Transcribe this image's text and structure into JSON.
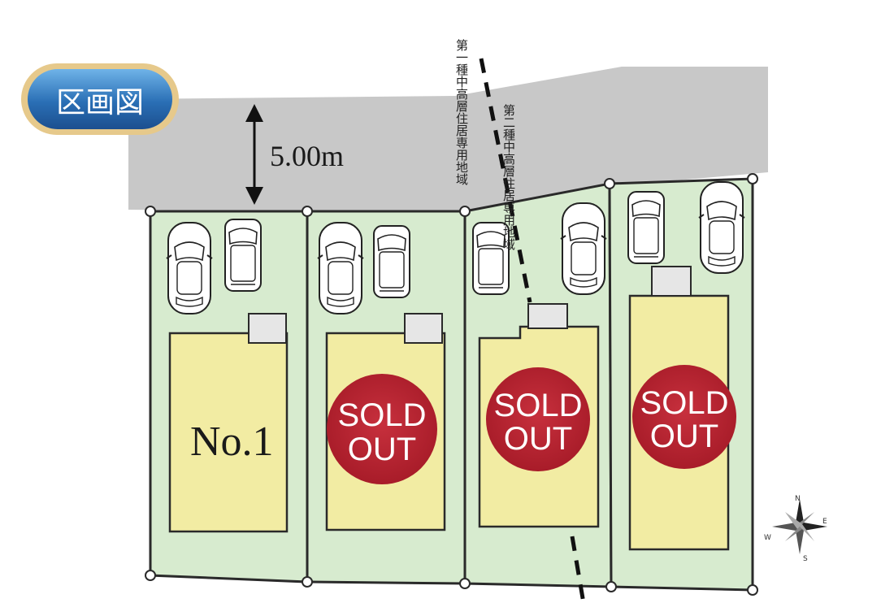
{
  "badge": {
    "label": "区画図"
  },
  "road": {
    "width_label": "5.00m"
  },
  "zoning": {
    "zone_1": "第一種中高層住居専用地域",
    "zone_2": "第二種中高層住居専用地域"
  },
  "lots": [
    {
      "label": "No.1",
      "status": ""
    },
    {
      "label": "",
      "status_line1": "SOLD",
      "status_line2": "OUT"
    },
    {
      "label": "",
      "status_line1": "SOLD",
      "status_line2": "OUT"
    },
    {
      "label": "",
      "status_line1": "SOLD",
      "status_line2": "OUT"
    }
  ],
  "compass": {
    "n": "N",
    "e": "E",
    "s": "S",
    "w": "W"
  },
  "colors": {
    "road": "#c8c8c8",
    "lot_fill": "#d7ebcf",
    "building": "#f2eca3",
    "sold_badge": "#b5202e",
    "badge_bg": "#2f7bbf",
    "badge_ring": "#e6c98b"
  }
}
